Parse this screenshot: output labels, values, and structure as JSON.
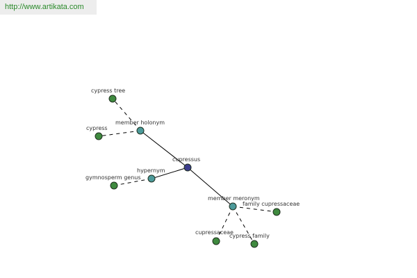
{
  "header": {
    "url": "http://www.artikata.com"
  },
  "graph": {
    "colors": {
      "center": "#3c3c8c",
      "relation": "#4c9a9a",
      "leaf": "#3f8a3f"
    },
    "nodes": [
      {
        "id": "cupressus",
        "label": "cupressus",
        "kind": "center"
      },
      {
        "id": "member_holonym",
        "label": "member holonym",
        "kind": "relation"
      },
      {
        "id": "hypernym",
        "label": "hypernym",
        "kind": "relation"
      },
      {
        "id": "member_meronym",
        "label": "member meronym",
        "kind": "relation"
      },
      {
        "id": "cypress_tree",
        "label": "cypress tree",
        "kind": "leaf"
      },
      {
        "id": "cypress",
        "label": "cypress",
        "kind": "leaf"
      },
      {
        "id": "gymnosperm_genus",
        "label": "gymnosperm genus",
        "kind": "leaf"
      },
      {
        "id": "family_cupressaceae",
        "label": "family cupressaceae",
        "kind": "leaf"
      },
      {
        "id": "cupressaceae",
        "label": "cupressaceae",
        "kind": "leaf"
      },
      {
        "id": "cypress_family",
        "label": "cypress family",
        "kind": "leaf"
      }
    ],
    "edges": [
      {
        "from": "cupressus",
        "to": "member_holonym",
        "style": "solid"
      },
      {
        "from": "cupressus",
        "to": "hypernym",
        "style": "solid"
      },
      {
        "from": "cupressus",
        "to": "member_meronym",
        "style": "solid"
      },
      {
        "from": "member_holonym",
        "to": "cypress_tree",
        "style": "dashed"
      },
      {
        "from": "member_holonym",
        "to": "cypress",
        "style": "dashed"
      },
      {
        "from": "hypernym",
        "to": "gymnosperm_genus",
        "style": "dashed"
      },
      {
        "from": "member_meronym",
        "to": "family_cupressaceae",
        "style": "dashed"
      },
      {
        "from": "member_meronym",
        "to": "cupressaceae",
        "style": "dashed"
      },
      {
        "from": "member_meronym",
        "to": "cypress_family",
        "style": "dashed"
      }
    ]
  }
}
